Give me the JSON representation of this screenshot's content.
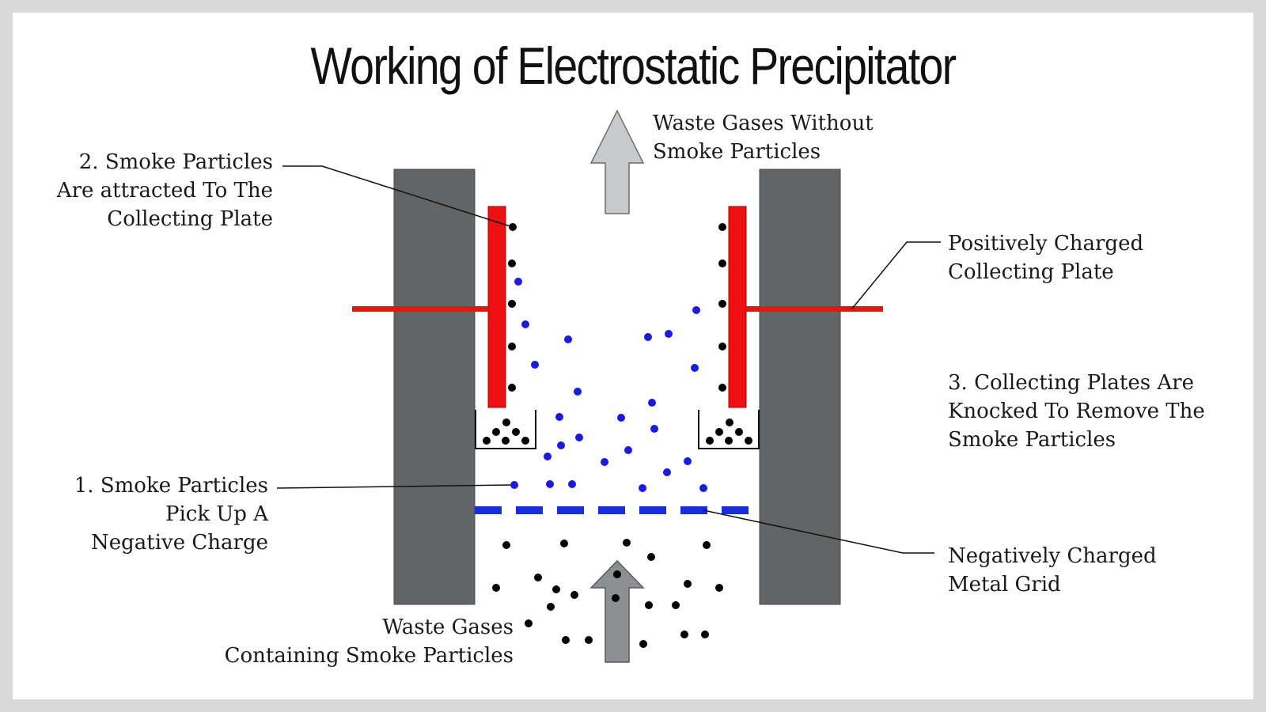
{
  "title": "Working of Electrostatic Precipitator",
  "labels": {
    "outlet": [
      "Waste Gases Without",
      "Smoke Particles"
    ],
    "attracted": [
      "2. Smoke Particles",
      "Are attracted To The",
      "Collecting Plate"
    ],
    "positive_plate": [
      "Positively Charged",
      "Collecting Plate"
    ],
    "knocked": [
      "3. Collecting Plates Are",
      "Knocked To Remove The",
      "Smoke Particles"
    ],
    "negative_charge": [
      "1. Smoke Particles",
      "Pick Up A",
      "Negative Charge"
    ],
    "negative_grid": [
      "Negatively Charged",
      "Metal Grid"
    ],
    "inlet": [
      "Waste Gases",
      "Containing Smoke Particles"
    ]
  },
  "colors": {
    "wall": "#636466",
    "plate": "#ee1111",
    "grid": "#1a2be0",
    "charged_particle": "#1a1ae6",
    "smoke_particle": "#000000",
    "outlet_arrow": "#c8c9cb",
    "inlet_arrow": "#8e8f92"
  }
}
